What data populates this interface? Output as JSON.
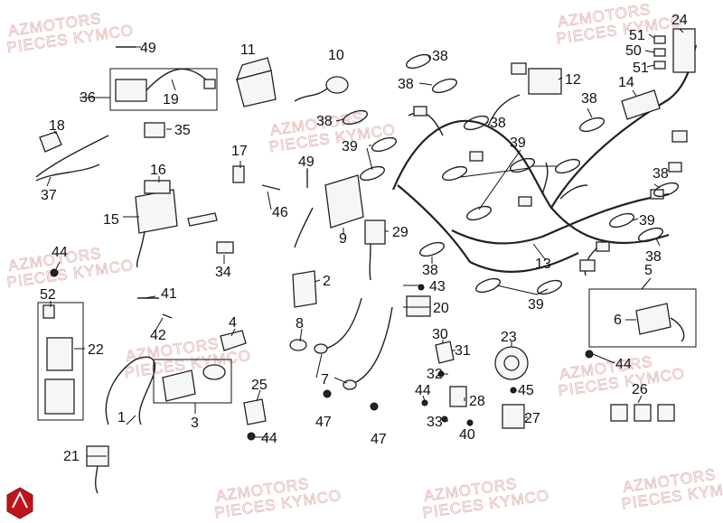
{
  "watermark": {
    "line1": "AZMOTORS",
    "line2": "PIECES KYMCO"
  },
  "parts": {
    "p1": "1",
    "p2": "2",
    "p3": "3",
    "p4": "4",
    "p5": "5",
    "p6": "6",
    "p7": "7",
    "p8": "8",
    "p9": "9",
    "p10": "10",
    "p11": "11",
    "p12": "12",
    "p13": "13",
    "p14": "14",
    "p15": "15",
    "p16": "16",
    "p17": "17",
    "p18": "18",
    "p19": "19",
    "p20": "20",
    "p21": "21",
    "p22": "22",
    "p23": "23",
    "p24": "24",
    "p25": "25",
    "p26": "26",
    "p27": "27",
    "p28": "28",
    "p29": "29",
    "p30": "30",
    "p31": "31",
    "p32": "32",
    "p33": "33",
    "p34": "34",
    "p35": "35",
    "p36": "36",
    "p37": "37",
    "p38": "38",
    "p39": "39",
    "p40": "40",
    "p41": "41",
    "p42": "42",
    "p43": "43",
    "p44": "44",
    "p45": "45",
    "p46": "46",
    "p47": "47",
    "p49": "49",
    "p50": "50",
    "p51": "51",
    "p52": "52"
  },
  "colors": {
    "ink": "#111111",
    "watermark": "#e2b9b9",
    "logo": "#c0141b"
  }
}
